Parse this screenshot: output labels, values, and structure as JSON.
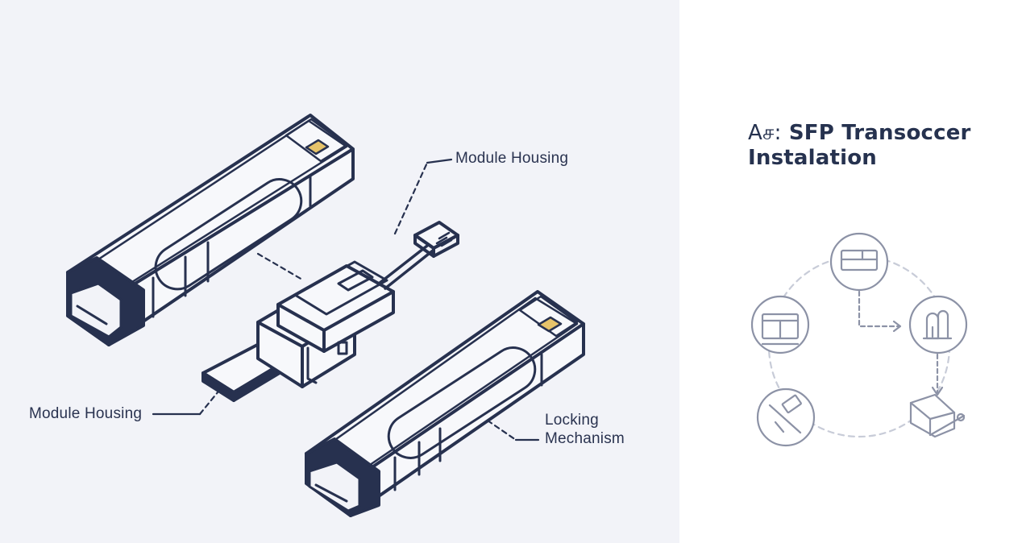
{
  "title": {
    "prefix": "Aச‌:",
    "line1": "SFP Transoccer",
    "line2": "Instalation"
  },
  "callouts": {
    "module_housing_top": "Module Housing",
    "module_housing_left": "Module Housing",
    "locking_line1": "Locking",
    "locking_line2": "Mechanism"
  },
  "colors": {
    "ink": "#27314f",
    "panel": "#f2f3f8",
    "accent": "#e6c36a",
    "cycle_ink": "#8c92a6"
  },
  "cycle_icons": [
    "module-icon",
    "unlock-icon",
    "cable-icon",
    "remove-icon",
    "port-icon"
  ]
}
